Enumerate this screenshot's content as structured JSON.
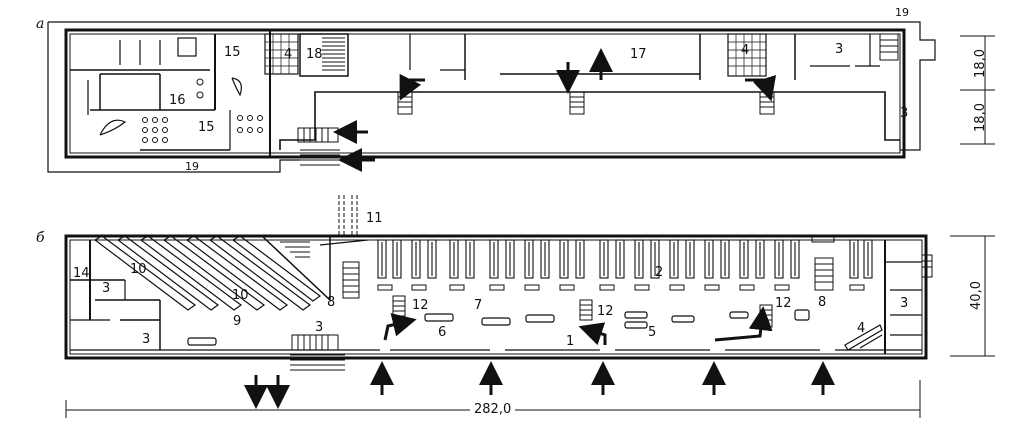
{
  "plans": {
    "upper": {
      "letter": "a",
      "rooms": {
        "r19_top": "19",
        "r19_bottom": "19",
        "r15a": "15",
        "r15b": "15",
        "r16": "16",
        "r4a": "4",
        "r18": "18",
        "r17": "17",
        "r4b": "4",
        "r3a": "3",
        "r3b": "3"
      },
      "dims": {
        "d1": "18,0",
        "d2": "18,0"
      }
    },
    "lower": {
      "letter": "б",
      "rooms": {
        "r11": "11",
        "r14": "14",
        "r10a": "10",
        "r10b": "10",
        "r3a": "3",
        "r3b": "3",
        "r9": "9",
        "r8a": "8",
        "r3c": "3",
        "r12a": "12",
        "r7": "7",
        "r6": "6",
        "r12b": "12",
        "r1": "1",
        "r5": "5",
        "r2": "2",
        "r12c": "12",
        "r8b": "8",
        "r3d": "3",
        "r4": "4"
      },
      "dims": {
        "height": "40,0",
        "width": "282,0"
      }
    }
  }
}
